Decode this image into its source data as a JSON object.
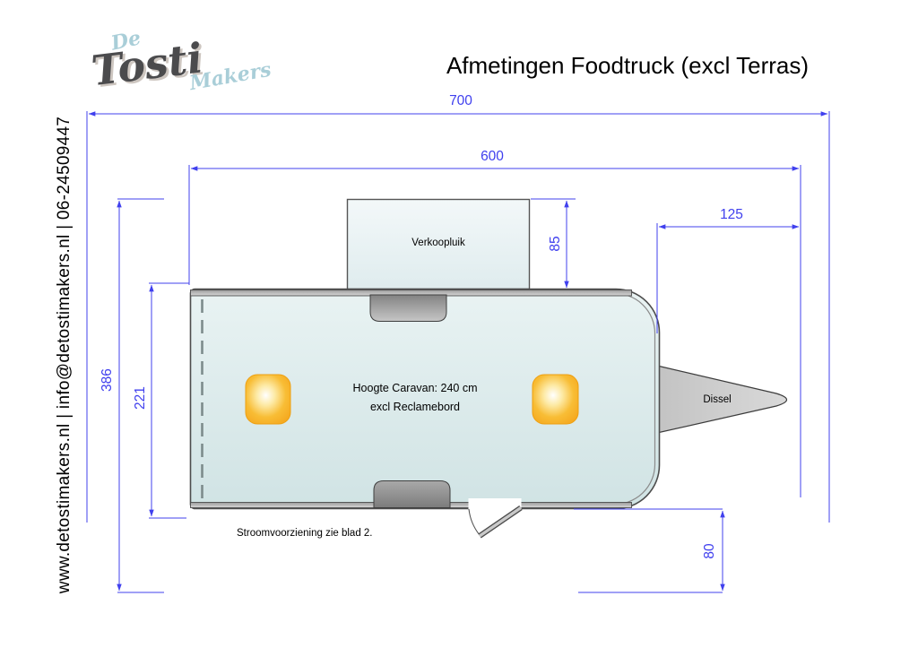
{
  "title": "Afmetingen Foodtruck (excl Terras)",
  "logo": {
    "de": "De",
    "tosti": "Tosti",
    "makers": "Makers"
  },
  "contact": "www.detostimakers.nl | info@detostimakers.nl | 06-24509447",
  "dimensions": {
    "overall_length": "700",
    "body_length": "600",
    "hitch_length": "125",
    "hatch_depth": "85",
    "overall_width": "386",
    "body_width": "221",
    "rear_clearance": "80"
  },
  "labels": {
    "hatch": "Verkoopluik",
    "height_line1": "Hoogte Caravan: 240 cm",
    "height_line2": "excl Reclamebord",
    "hitch": "Dissel",
    "power_note": "Stroomvoorziening zie blad 2."
  },
  "colors": {
    "dimension_blue": "#4040ee",
    "body_fill": "#dcebec",
    "light_orange": "#f5a51c",
    "logo_blue": "#a9ced8",
    "logo_dark": "#4b4b4d"
  }
}
